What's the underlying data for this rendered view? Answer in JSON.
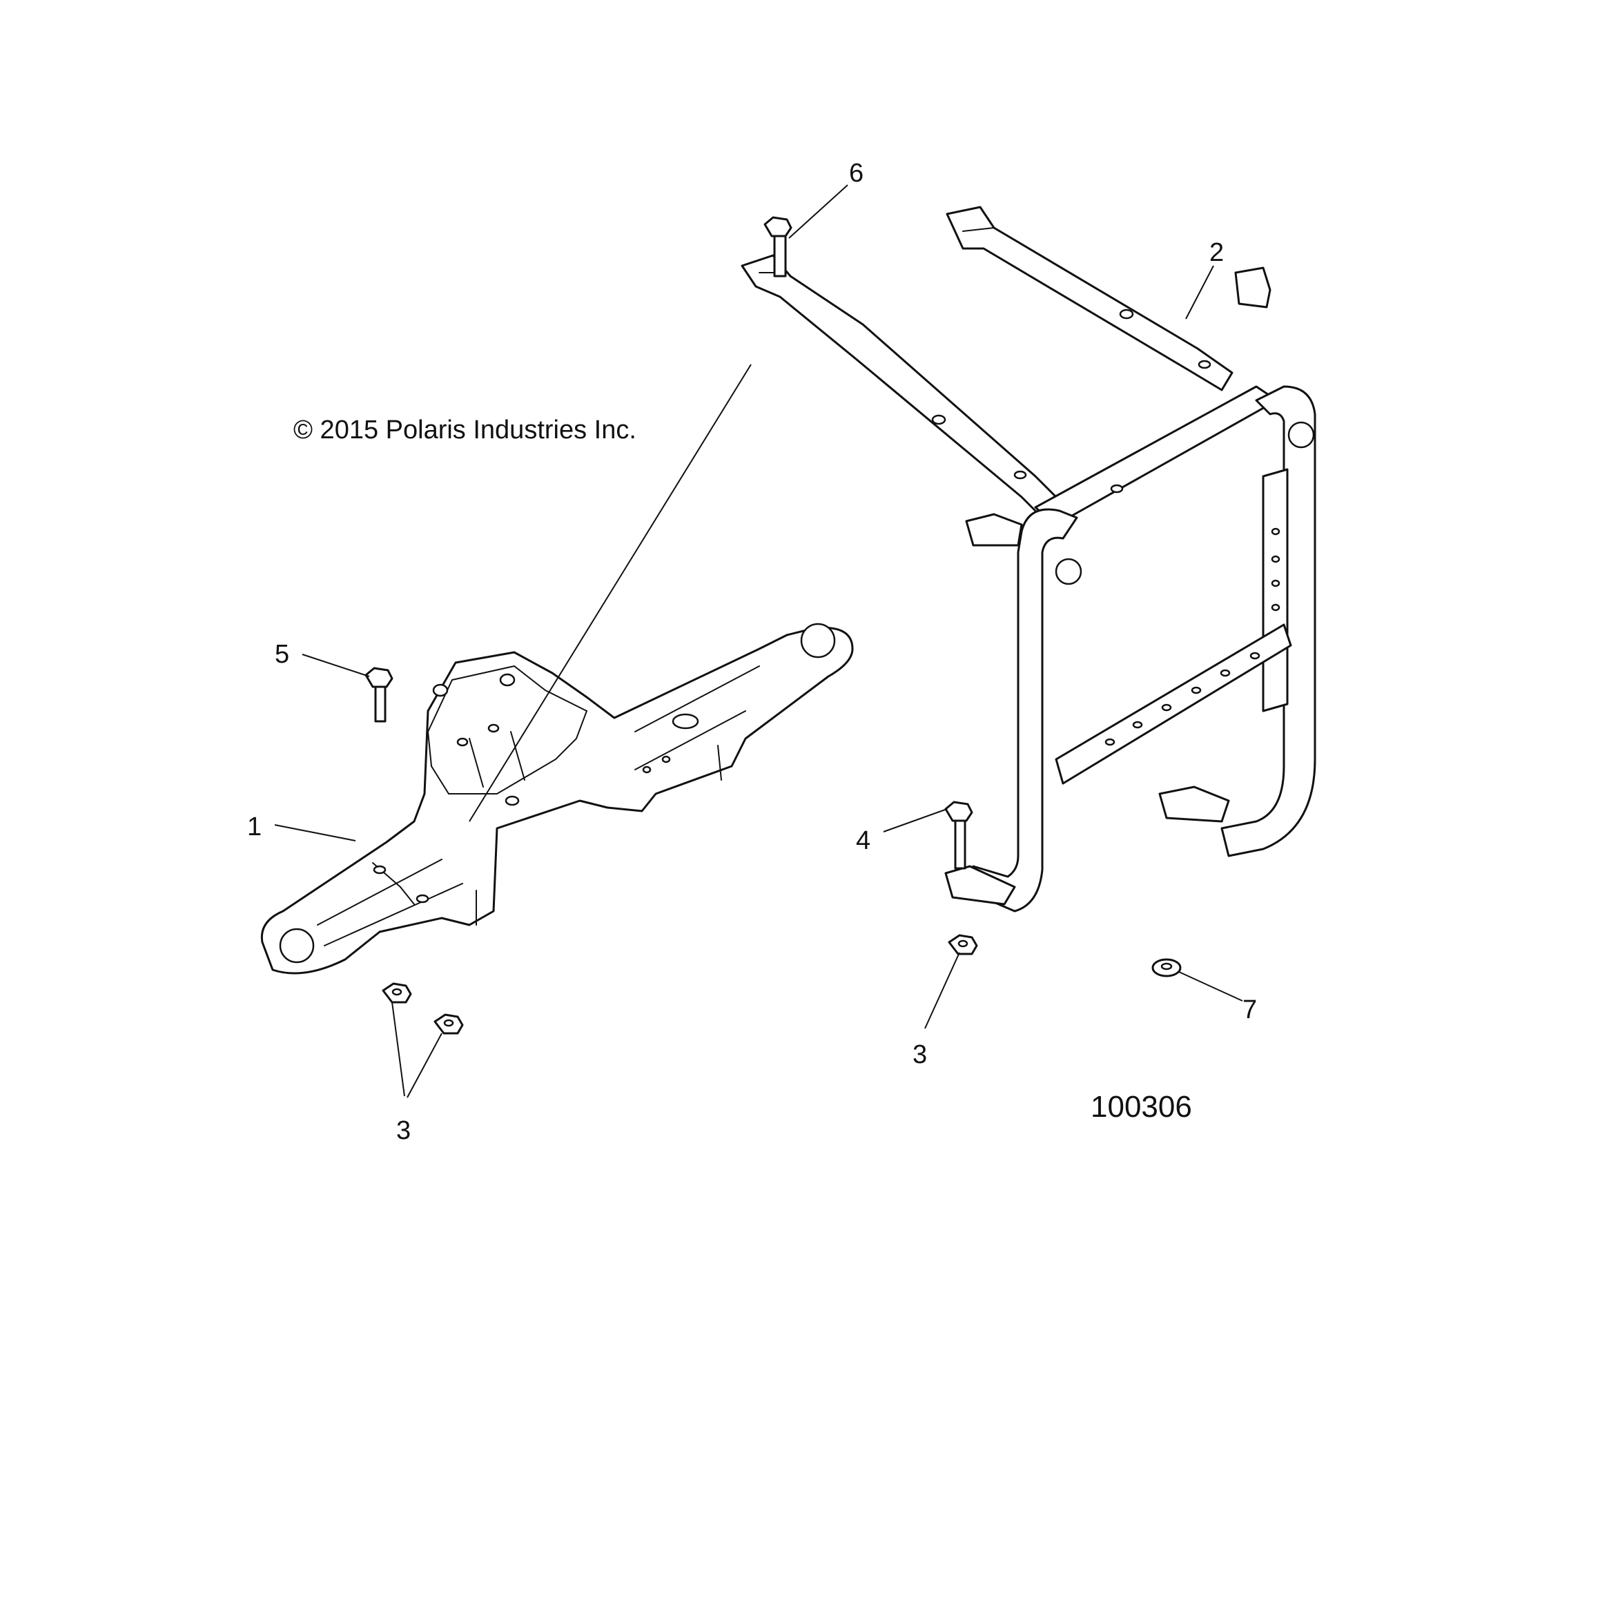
{
  "diagram": {
    "copyright": "© 2015 Polaris Industries Inc.",
    "figure_number": "100306",
    "callouts": {
      "c1": "1",
      "c2": "2",
      "c3a": "3",
      "c3b": "3",
      "c4": "4",
      "c5": "5",
      "c6": "6",
      "c7": "7"
    }
  }
}
